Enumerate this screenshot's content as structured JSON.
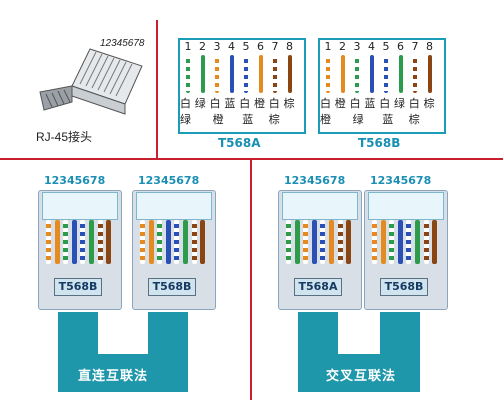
{
  "connector": {
    "pin_label": "12345678",
    "caption": "RJ-45接头"
  },
  "standards": [
    {
      "name": "T568A",
      "pins": [
        "1",
        "2",
        "3",
        "4",
        "5",
        "6",
        "7",
        "8"
      ],
      "colors_top": [
        "白",
        "绿",
        "白",
        "蓝",
        "白",
        "橙",
        "白",
        "棕"
      ],
      "colors_bottom": [
        "绿",
        "",
        "橙",
        "",
        "蓝",
        "",
        "棕",
        ""
      ],
      "wire_colors": [
        "#2e9b4a",
        "#2e9b4a",
        "#e48a1f",
        "#2a4fb5",
        "#2a4fb5",
        "#e48a1f",
        "#8b4513",
        "#8b4513"
      ],
      "wire_striped": [
        true,
        false,
        true,
        false,
        true,
        false,
        true,
        false
      ]
    },
    {
      "name": "T568B",
      "pins": [
        "1",
        "2",
        "3",
        "4",
        "5",
        "6",
        "7",
        "8"
      ],
      "colors_top": [
        "白",
        "橙",
        "白",
        "蓝",
        "白",
        "绿",
        "白",
        "棕"
      ],
      "colors_bottom": [
        "橙",
        "",
        "绿",
        "",
        "蓝",
        "",
        "棕",
        ""
      ],
      "wire_colors": [
        "#e48a1f",
        "#e48a1f",
        "#2e9b4a",
        "#2a4fb5",
        "#2a4fb5",
        "#2e9b4a",
        "#8b4513",
        "#8b4513"
      ],
      "wire_striped": [
        true,
        false,
        true,
        false,
        true,
        false,
        true,
        false
      ]
    }
  ],
  "cables": [
    {
      "caption": "直连互联法",
      "plugs": [
        {
          "pin_label": "12345678",
          "standard": "T568B"
        },
        {
          "pin_label": "12345678",
          "standard": "T568B"
        }
      ]
    },
    {
      "caption": "交叉互联法",
      "plugs": [
        {
          "pin_label": "12345678",
          "standard": "T568A"
        },
        {
          "pin_label": "12345678",
          "standard": "T568B"
        }
      ]
    }
  ],
  "colors": {
    "divider": "#c8202f",
    "accent": "#1a9db5",
    "cable": "#1f97ab"
  }
}
